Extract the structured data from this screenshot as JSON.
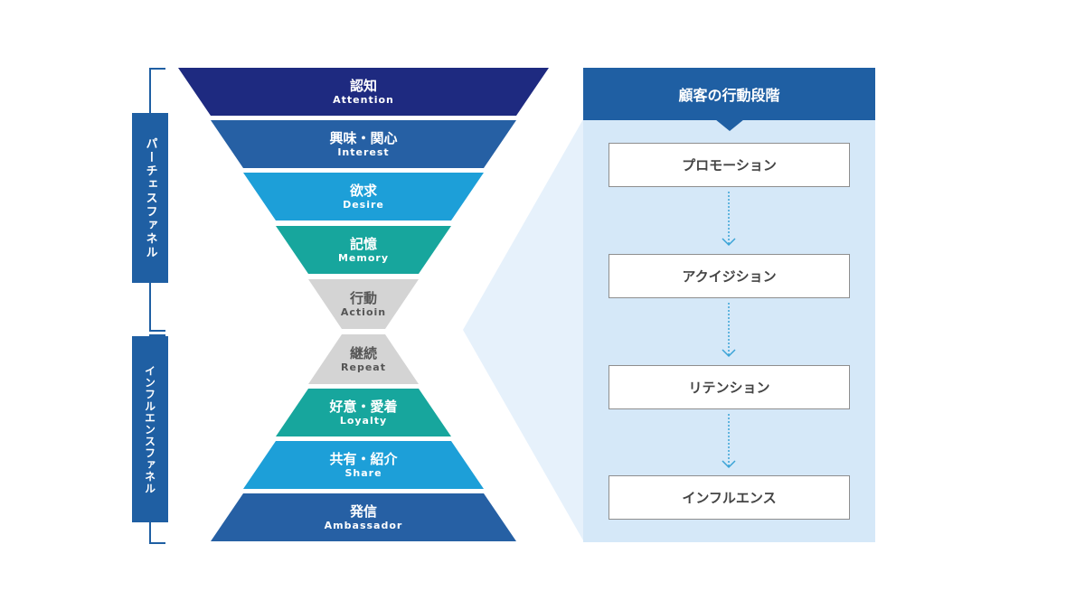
{
  "side_labels": {
    "purchase_funnel": "パーチェスファネル",
    "influence_funnel": "インフルエンスファネル"
  },
  "stages": [
    {
      "jp": "認知",
      "en": "Attention",
      "color": "#1e2a80",
      "text_color": "#ffffff"
    },
    {
      "jp": "興味・関心",
      "en": "Interest",
      "color": "#2660a4",
      "text_color": "#ffffff"
    },
    {
      "jp": "欲求",
      "en": "Desire",
      "color": "#1d9fd8",
      "text_color": "#ffffff"
    },
    {
      "jp": "記憶",
      "en": "Memory",
      "color": "#17a69d",
      "text_color": "#ffffff"
    },
    {
      "jp": "行動",
      "en": "Actioin",
      "color": "#d4d4d4",
      "text_color": "#555555"
    },
    {
      "jp": "継続",
      "en": "Repeat",
      "color": "#d4d4d4",
      "text_color": "#555555"
    },
    {
      "jp": "好意・愛着",
      "en": "Loyalty",
      "color": "#17a69d",
      "text_color": "#ffffff"
    },
    {
      "jp": "共有・紹介",
      "en": "Share",
      "color": "#1d9fd8",
      "text_color": "#ffffff"
    },
    {
      "jp": "発信",
      "en": "Ambassador",
      "color": "#2660a4",
      "text_color": "#ffffff"
    }
  ],
  "panel": {
    "title": "顧客の行動段階",
    "steps": [
      "プロモーション",
      "アクイジション",
      "リテンション",
      "インフルエンス"
    ]
  },
  "colors": {
    "brand": "#1f5fa3",
    "panel_bg": "#d5e8f8",
    "connector_bg": "#e6f1fb",
    "arrow": "#3aa3d6"
  }
}
